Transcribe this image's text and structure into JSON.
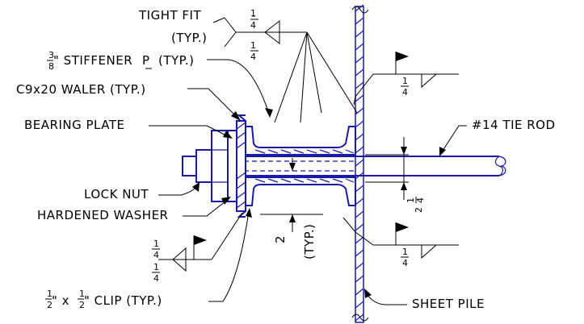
{
  "labels": {
    "tight_fit": "TIGHT FIT",
    "tight_fit_typ": "(TYP.)",
    "stiffener_frac_num": "3",
    "stiffener_frac_den": "8",
    "stiffener_rest": "\" STIFFENER",
    "stiffener_pl": "P",
    "stiffener_typ": "(TYP.)",
    "waler": "C9x20 WALER (TYP.)",
    "bearing_plate": "BEARING PLATE",
    "lock_nut": "LOCK NUT",
    "hardened_washer": "HARDENED WASHER",
    "clip_n1": "1",
    "clip_d1": "2",
    "clip_x": "\" x",
    "clip_n2": "1",
    "clip_d2": "2",
    "clip_rest": "\" CLIP (TYP.)",
    "sheet_pile": "SHEET PILE",
    "tie_rod": "#14 TIE ROD",
    "dim_2": "2",
    "dim_2_typ": "(TYP.)",
    "dim_24_whole": "2",
    "dim_24_num": "1",
    "dim_24_den": "4"
  },
  "welds": {
    "size_num": "1",
    "size_den": "4"
  }
}
